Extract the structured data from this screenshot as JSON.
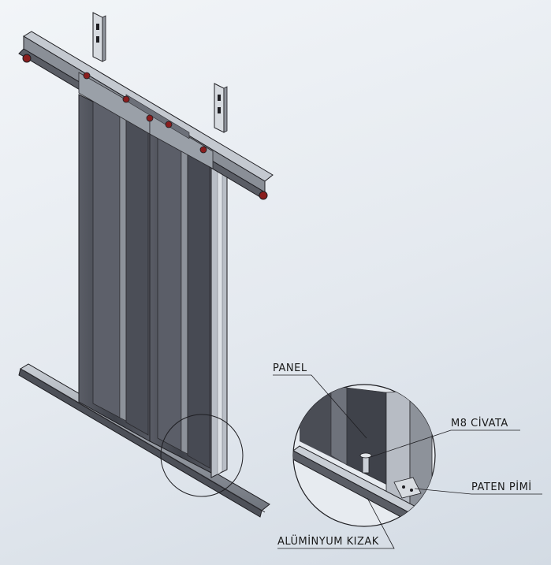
{
  "callouts": {
    "panel": "PANEL",
    "m8_civata": "M8 CİVATA",
    "paten_pimi": "PATEN PİMİ",
    "aluminyum_kizak": "ALÜMİNYUM KIZAK"
  },
  "colors": {
    "background": "#e4e9ef",
    "panel_dark": "#4a4d55",
    "panel_mid": "#6e727b",
    "frame_light": "#b7bcc4",
    "roller_red": "#8a1e1e",
    "outline": "#1e1e22"
  }
}
